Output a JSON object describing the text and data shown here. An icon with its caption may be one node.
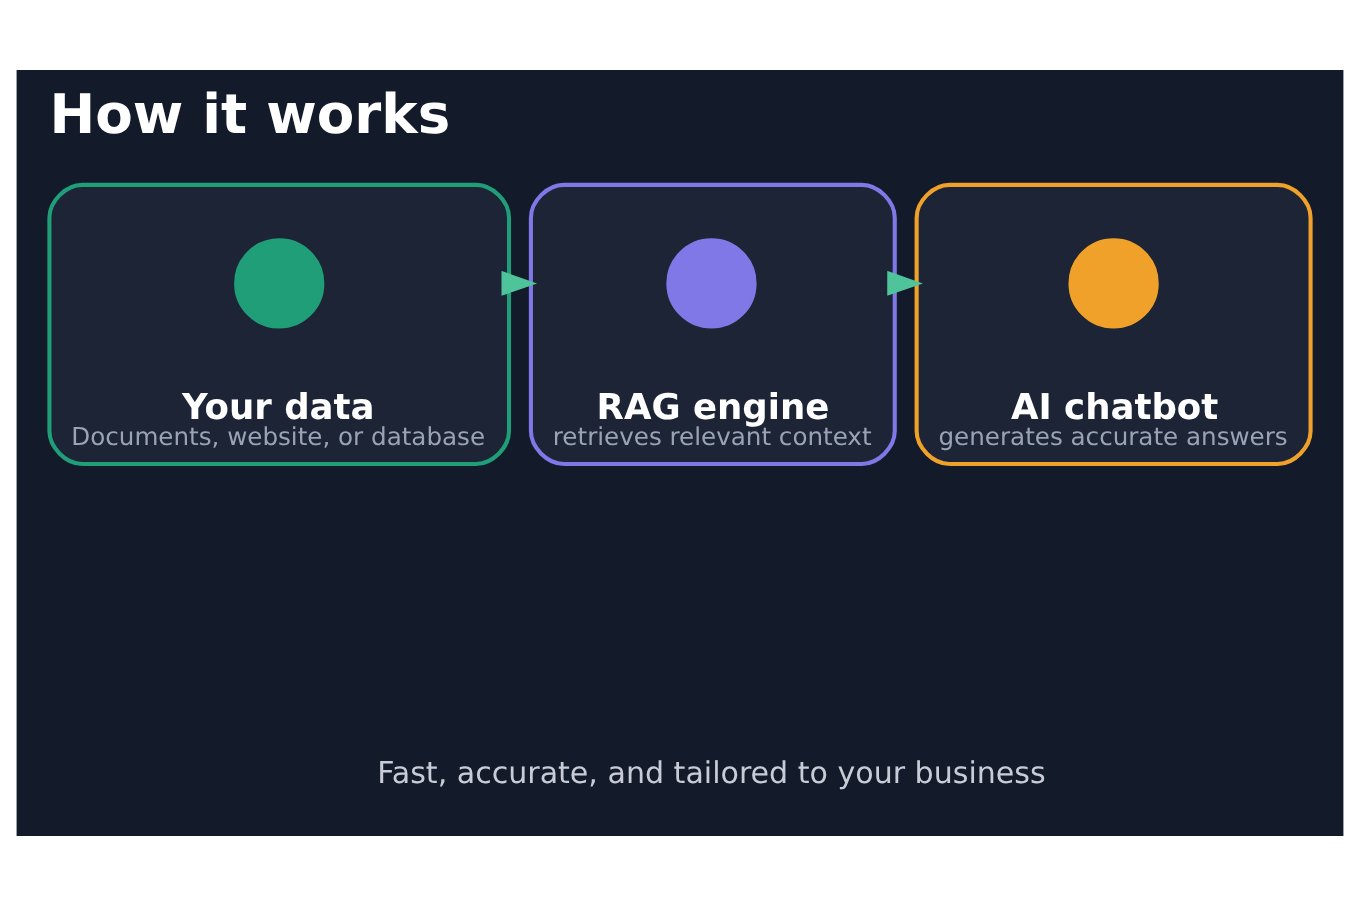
{
  "diagram": {
    "title": "How it works",
    "caption": "Fast, accurate, and tailored to your business",
    "nodes": [
      {
        "text": [
          "Your data",
          "Documents, website, or database"
        ]
      },
      {
        "text": [],
        "shape": "circle",
        "in": 0
      },
      {
        "text": [
          "RAG engine",
          "retrieves relevant context"
        ]
      },
      {
        "text": [],
        "shape": "circle",
        "in": 2
      },
      {
        "text": [
          "AI chatbot",
          "generates accurate answers"
        ]
      },
      {
        "text": [],
        "shape": "circle",
        "in": 4
      }
    ],
    "edges": [
      {
        "from": 0,
        "to": 2,
        "arrow": "to",
        "color": "#4fc39a"
      },
      {
        "from": 2,
        "to": 4,
        "arrow": "to",
        "color": "#4fc39a"
      }
    ]
  }
}
